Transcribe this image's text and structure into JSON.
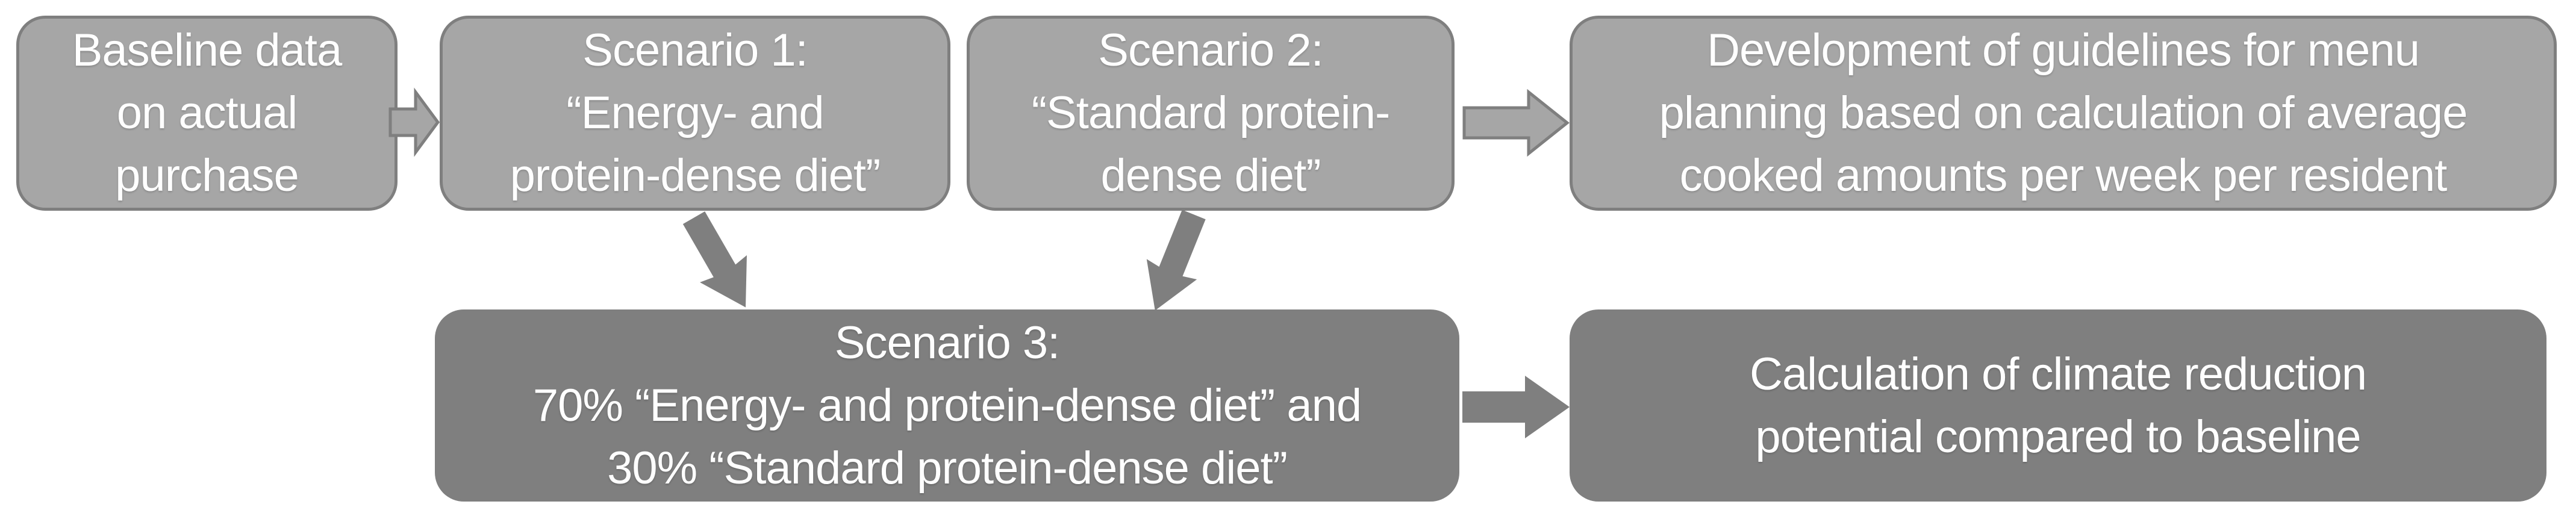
{
  "colors": {
    "page_background": "#ffffff",
    "light_box_fill": "#a6a6a6",
    "box_border": "#7f7f7f",
    "dark_box_fill": "#7f7f7f",
    "text": "#ffffff"
  },
  "boxes": {
    "baseline": {
      "text": "Baseline data\non actual\npurchase"
    },
    "scenario1": {
      "text": "Scenario 1:\n“Energy- and\nprotein-dense diet”"
    },
    "scenario2": {
      "text": "Scenario 2:\n“Standard protein-\ndense diet”"
    },
    "guidelines": {
      "text": "Development of guidelines for menu\nplanning based on calculation of average\ncooked amounts per week per resident"
    },
    "scenario3": {
      "text": "Scenario 3:\n70% “Energy- and protein-dense diet” and\n30% “Standard protein-dense diet”"
    },
    "climate_calc": {
      "text": "Calculation of climate reduction\npotential compared to baseline"
    }
  },
  "icons": [
    {
      "name": "arrow-right-baseline-to-scenario1-icon",
      "style": "light-outlined-block-arrow"
    },
    {
      "name": "arrow-right-scenario2-to-guidelines-icon",
      "style": "light-outlined-block-arrow"
    },
    {
      "name": "arrow-diagonal-scenario1-to-scenario3-icon",
      "style": "dark-block-arrow"
    },
    {
      "name": "arrow-diagonal-scenario2-to-scenario3-icon",
      "style": "dark-block-arrow"
    },
    {
      "name": "arrow-right-scenario3-to-climate-icon",
      "style": "dark-block-arrow"
    }
  ]
}
